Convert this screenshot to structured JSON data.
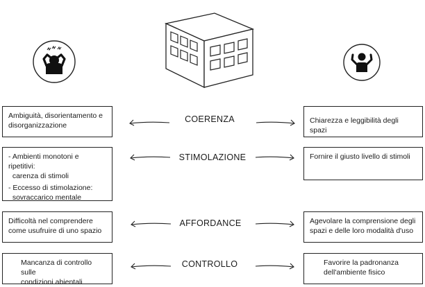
{
  "icons": {
    "left": "stressed-person-icon",
    "center": "building-icon",
    "right": "happy-person-icon"
  },
  "rows": [
    {
      "label": "COERENZA",
      "left_lines": [
        "Ambiguità, disorientamento e",
        "disorganizzazione"
      ],
      "right_lines": [
        "Chiarezza e leggibilità degli spazi"
      ]
    },
    {
      "label": "STIMOLAZIONE",
      "left_lines": [
        "- Ambienti monotoni e ripetitivi:",
        "  carenza di stimoli",
        "- Eccesso di stimolazione:",
        "  sovraccarico mentale"
      ],
      "right_lines": [
        "Fornire il giusto livello di stimoli"
      ]
    },
    {
      "label": "AFFORDANCE",
      "left_lines": [
        "Difficoltà nel comprendere",
        "come usufruire di uno spazio"
      ],
      "right_lines": [
        "Agevolare la comprensione degli",
        "spazi e delle loro modalità d'uso"
      ]
    },
    {
      "label": "CONTROLLO",
      "left_lines": [
        "Mancanza di controllo sulle",
        "condizioni abientali"
      ],
      "right_lines": [
        "Favorire la padronanza",
        "dell'ambiente fisico"
      ]
    }
  ]
}
